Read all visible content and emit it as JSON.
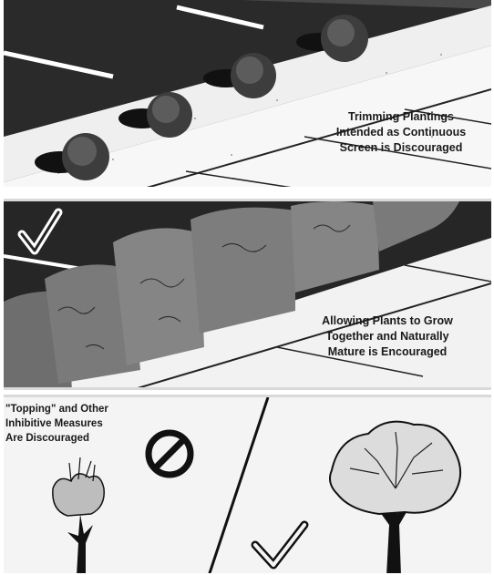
{
  "panels": [
    {
      "id": "trimming",
      "caption": [
        "Trimming Plantings",
        "Intended as Continuous",
        "Screen is Discouraged"
      ],
      "icon": "none"
    },
    {
      "id": "natural-growth",
      "caption": [
        "Allowing Plants to Grow",
        "Together and Naturally",
        "Mature is Encouraged"
      ],
      "icon": "check-icon"
    },
    {
      "id": "topping",
      "caption": [
        "\"Topping\" and Other",
        "Inhibitive Measures",
        "Are Discouraged"
      ],
      "icons": [
        "prohibited-icon",
        "check-icon"
      ]
    }
  ],
  "colors": {
    "dark": "#262626",
    "light": "#f4f4f4",
    "ink": "#1a1a1a"
  }
}
